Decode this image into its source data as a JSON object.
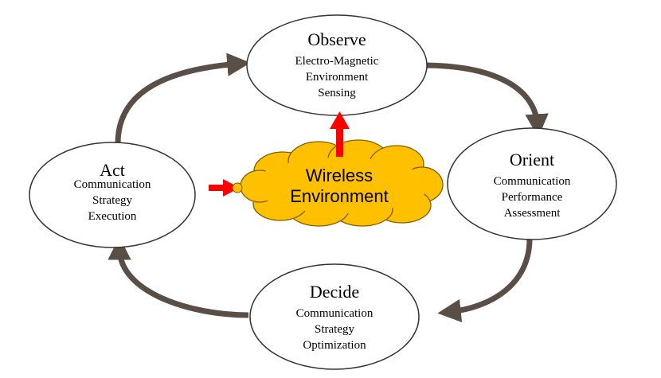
{
  "nodes": {
    "observe": {
      "title": "Observe",
      "lines": [
        "Electro-Magnetic",
        "Environment",
        "Sensing"
      ]
    },
    "orient": {
      "title": "Orient",
      "lines": [
        "Communication",
        "Performance",
        "Assessment"
      ]
    },
    "decide": {
      "title": "Decide",
      "lines": [
        "Communication",
        "Strategy",
        "Optimization"
      ]
    },
    "act": {
      "title": "Act",
      "lines": [
        "Communication",
        "Strategy",
        "Execution"
      ]
    }
  },
  "cloud": {
    "lines": [
      "Wireless",
      "Environment"
    ]
  },
  "colors": {
    "cycle_arrow": "#5a4f46",
    "red_arrow": "#ff0000",
    "cloud_fill": "#ffc000",
    "cloud_stroke": "#7f6000",
    "node_stroke": "#333333"
  }
}
